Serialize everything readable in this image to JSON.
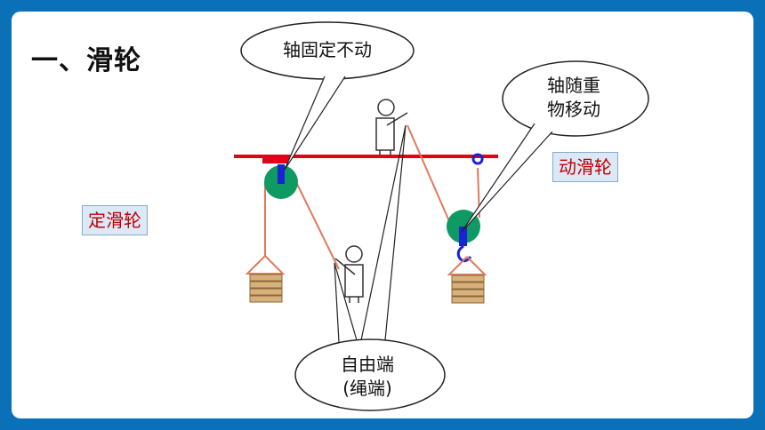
{
  "slide": {
    "title": "一、滑轮",
    "labels": {
      "fixed_pulley": "定滑轮",
      "movable_pulley": "动滑轮"
    },
    "callouts": {
      "axle_fixed": "轴固定不动",
      "axle_moves_line1": "轴随重",
      "axle_moves_line2": "物移动",
      "free_end_line1": "自由端",
      "free_end_line2": "(绳端)"
    }
  },
  "colors": {
    "frame_blue": "#0a71b9",
    "beam_red": "#e2001a",
    "pulley_green": "#0f9a64",
    "axle_blue": "#1a22d6",
    "rope": "#e07a5a",
    "weight_wood": "#d8b07c",
    "label_red": "#c00000",
    "label_bg": "#dbe9f7"
  }
}
